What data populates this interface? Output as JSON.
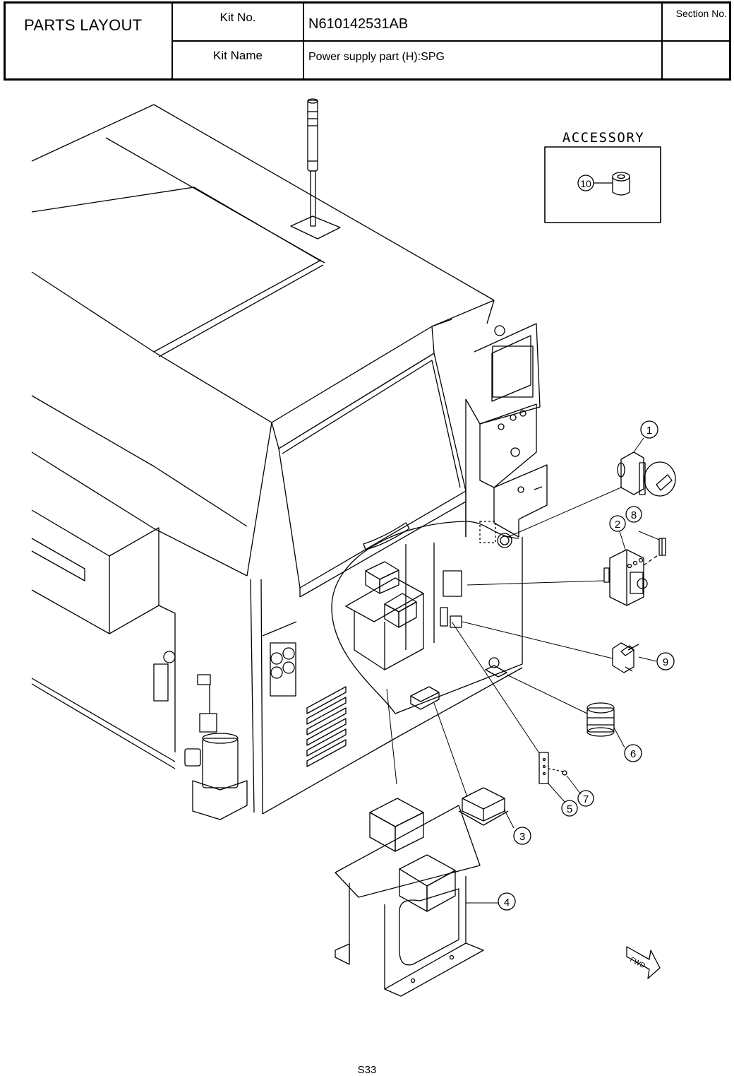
{
  "title_block": {
    "heading": "PARTS LAYOUT",
    "kit_no_label": "Kit No.",
    "kit_no_value": "N610142531AB",
    "section_no_label": "Section No.",
    "section_no_value": "",
    "kit_name_label": "Kit Name",
    "kit_name_value": "Power supply part (H):SPG"
  },
  "accessory": {
    "title": "ACCESSORY",
    "callout": "10"
  },
  "callouts": [
    "1",
    "2",
    "3",
    "4",
    "5",
    "6",
    "7",
    "8",
    "9"
  ],
  "fwd_label": "FWD",
  "page_number": "S33"
}
